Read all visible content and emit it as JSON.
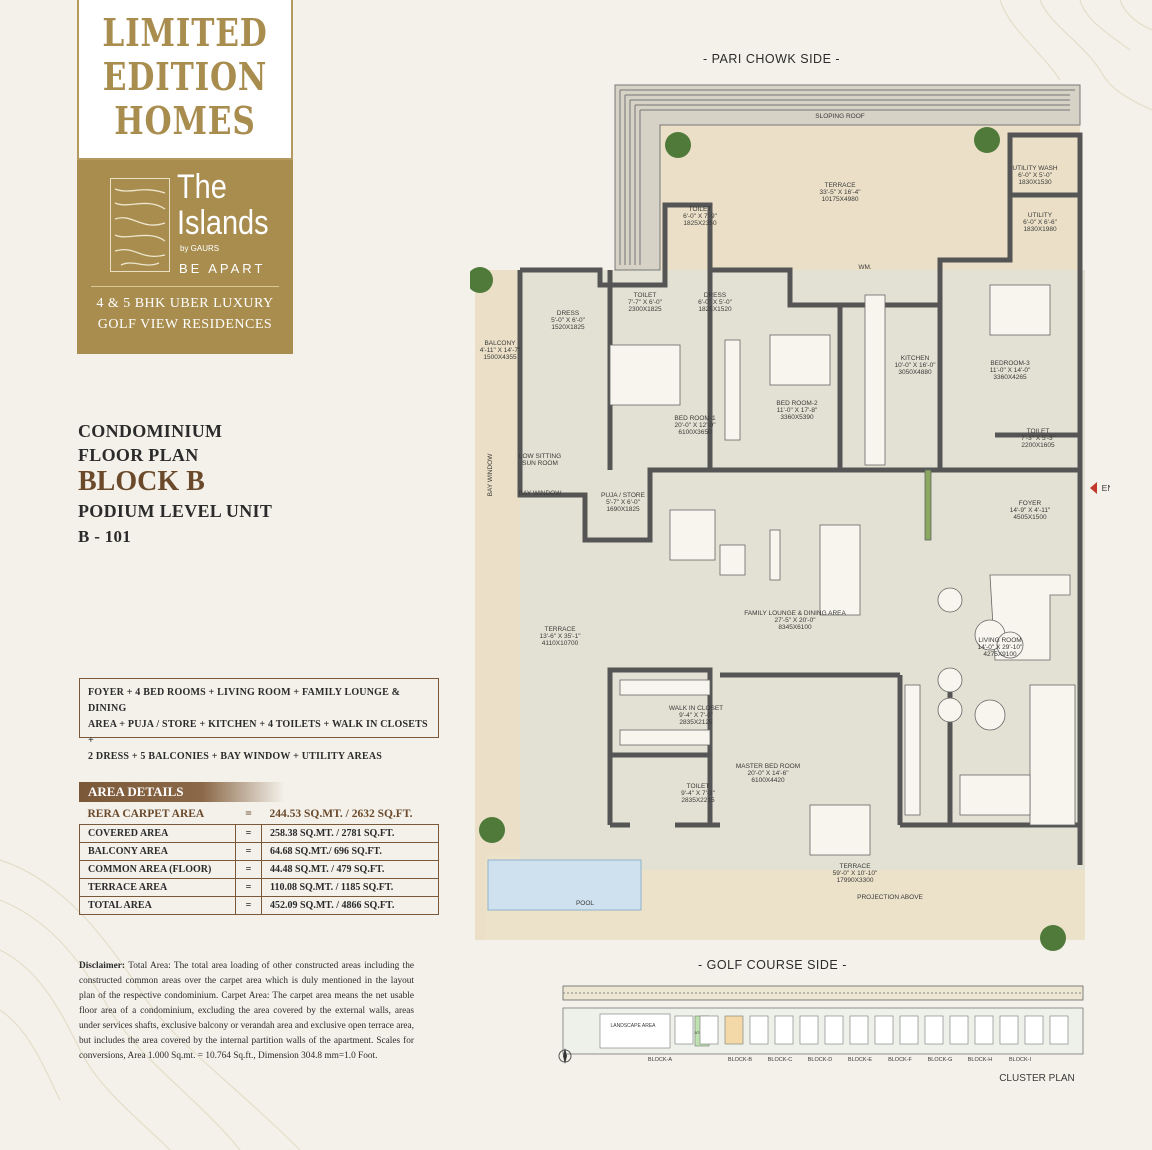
{
  "brand": {
    "headline": [
      "LIMITED",
      "EDITION",
      "HOMES"
    ],
    "logo_the": "The",
    "logo_islands": "Islands",
    "logo_by": "by GAURS",
    "logo_tagline": "BE APART",
    "tagline_1": "4 & 5 BHK UBER LUXURY",
    "tagline_2": "GOLF VIEW RESIDENCES"
  },
  "heading": {
    "line1": "CONDOMINIUM",
    "line2": "FLOOR PLAN",
    "block": "BLOCK B",
    "unit_type": "PODIUM LEVEL UNIT",
    "unit_no": "B - 101"
  },
  "configuration": {
    "line1": "FOYER + 4 BED ROOMS + LIVING ROOM + FAMILY LOUNGE & DINING",
    "line2": "AREA + PUJA / STORE + KITCHEN + 4 TOILETS + WALK IN CLOSETS +",
    "line3": "2 DRESS + 5 BALCONIES + BAY WINDOW + UTILITY AREAS"
  },
  "area_details": {
    "title": "AREA DETAILS",
    "rows": [
      {
        "label": "RERA CARPET AREA",
        "eq": "=",
        "value": "244.53 SQ.MT. / 2632 SQ.FT."
      },
      {
        "label": "COVERED AREA",
        "eq": "=",
        "value": "258.38 SQ.MT. / 2781 SQ.FT."
      },
      {
        "label": "BALCONY  AREA",
        "eq": "=",
        "value": "64.68 SQ.MT./ 696 SQ.FT."
      },
      {
        "label": "COMMON  AREA (FLOOR)",
        "eq": "=",
        "value": "44.48 SQ.MT. / 479 SQ.FT."
      },
      {
        "label": "TERRACE AREA",
        "eq": "=",
        "value": "110.08 SQ.MT. / 1185 SQ.FT."
      },
      {
        "label": "TOTAL AREA",
        "eq": "=",
        "value": "452.09 SQ.MT. / 4866 SQ.FT."
      }
    ]
  },
  "disclaimer": {
    "label": "Disclaimer:",
    "text": "Total Area: The total area loading of other constructed areas including the constructed common areas over the carpet area which is duly mentioned in the layout plan of the respective condominium. Carpet Area: The carpet area means the net usable floor area of a condominium, excluding the area covered by the external walls, areas under services shafts, exclusive balcony or verandah area and exclusive open terrace area, but includes the area covered by the internal partition walls of the apartment. Scales for conversions, Area 1.000 Sq.mt. = 10.764 Sq.ft., Dimension 304.8 mm=1.0 Foot."
  },
  "plan": {
    "top_side": "- PARI CHOWK SIDE -",
    "bottom_side": "- GOLF COURSE SIDE -",
    "entry": "ENTRY",
    "sloping_roof": "SLOPING ROOF",
    "rooms": [
      {
        "name": "TERRACE",
        "dim1": "33'-5\" X 16'-4\"",
        "dim2": "10175X4980"
      },
      {
        "name": "UTILITY WASH",
        "dim1": "6'-0\" X 5'-0\"",
        "dim2": "1830X1530"
      },
      {
        "name": "UTILITY",
        "dim1": "6'-0\" X 6'-6\"",
        "dim2": "1830X1980"
      },
      {
        "name": "TOILET",
        "dim1": "6'-0\" X 7'-9\"",
        "dim2": "1825X2350"
      },
      {
        "name": "DRESS",
        "dim1": "6'-0\" X 5'-0\"",
        "dim2": "1825X1520"
      },
      {
        "name": "TOILET",
        "dim1": "7'-7\" X 6'-0\"",
        "dim2": "2300X1825"
      },
      {
        "name": "DRESS",
        "dim1": "5'-0\" X 6'-0\"",
        "dim2": "1520X1825"
      },
      {
        "name": "BALCONY",
        "dim1": "4'-11\" X 14'-7\"",
        "dim2": "1500X4355"
      },
      {
        "name": "BED ROOM-1",
        "dim1": "20'-0\" X 12'-0\"",
        "dim2": "6100X3650"
      },
      {
        "name": "BED ROOM-2",
        "dim1": "11'-0\" X 17'-8\"",
        "dim2": "3360X5390"
      },
      {
        "name": "KITCHEN",
        "dim1": "10'-0\" X 16'-0\"",
        "dim2": "3050X4880"
      },
      {
        "name": "BEDROOM-3",
        "dim1": "11'-0\" X 14'-0\"",
        "dim2": "3360X4265"
      },
      {
        "name": "TOILET",
        "dim1": "7'-3\" X 5'-3\"",
        "dim2": "2200X1605"
      },
      {
        "name": "LOW SITTING",
        "dim1": "SUN ROOM",
        "dim2": ""
      },
      {
        "name": "PUJA / STORE",
        "dim1": "5'-7\" X 6'-0\"",
        "dim2": "1690X1825"
      },
      {
        "name": "FOYER",
        "dim1": "14'-9\" X 4'-11\"",
        "dim2": "4505X1500"
      },
      {
        "name": "FAMILY LOUNGE & DINING AREA",
        "dim1": "27'-5\" X 20'-0\"",
        "dim2": "8345X6100"
      },
      {
        "name": "TERRACE",
        "dim1": "13'-6\" X 35'-1\"",
        "dim2": "4110X10700"
      },
      {
        "name": "LIVING ROOM",
        "dim1": "14'-0\" X 29'-10\"",
        "dim2": "4275X9100"
      },
      {
        "name": "WALK IN CLOSET",
        "dim1": "9'-4\" X 7'-0\"",
        "dim2": "2835X2125"
      },
      {
        "name": "MASTER BED ROOM",
        "dim1": "20'-0\" X 14'-6\"",
        "dim2": "6100X4420"
      },
      {
        "name": "TOILET",
        "dim1": "9'-4\" X 7'-3\"",
        "dim2": "2835X2215"
      },
      {
        "name": "TERRACE",
        "dim1": "59'-0\" X 10'-10\"",
        "dim2": "17990X3300"
      }
    ],
    "wm": "WM.",
    "bay_window": "BAY WINDOW",
    "pool": "POOL",
    "projection": "PROJECTION ABOVE"
  },
  "cluster": {
    "title": "CLUSTER PLAN",
    "landscape": "LANDSCAPE AREA",
    "atrium": "ATRIUM",
    "blocks": [
      "BLOCK-A",
      "BLOCK-B",
      "BLOCK-C",
      "BLOCK-D",
      "BLOCK-E",
      "BLOCK-F",
      "BLOCK-G",
      "BLOCK-H",
      "BLOCK-I"
    ]
  }
}
